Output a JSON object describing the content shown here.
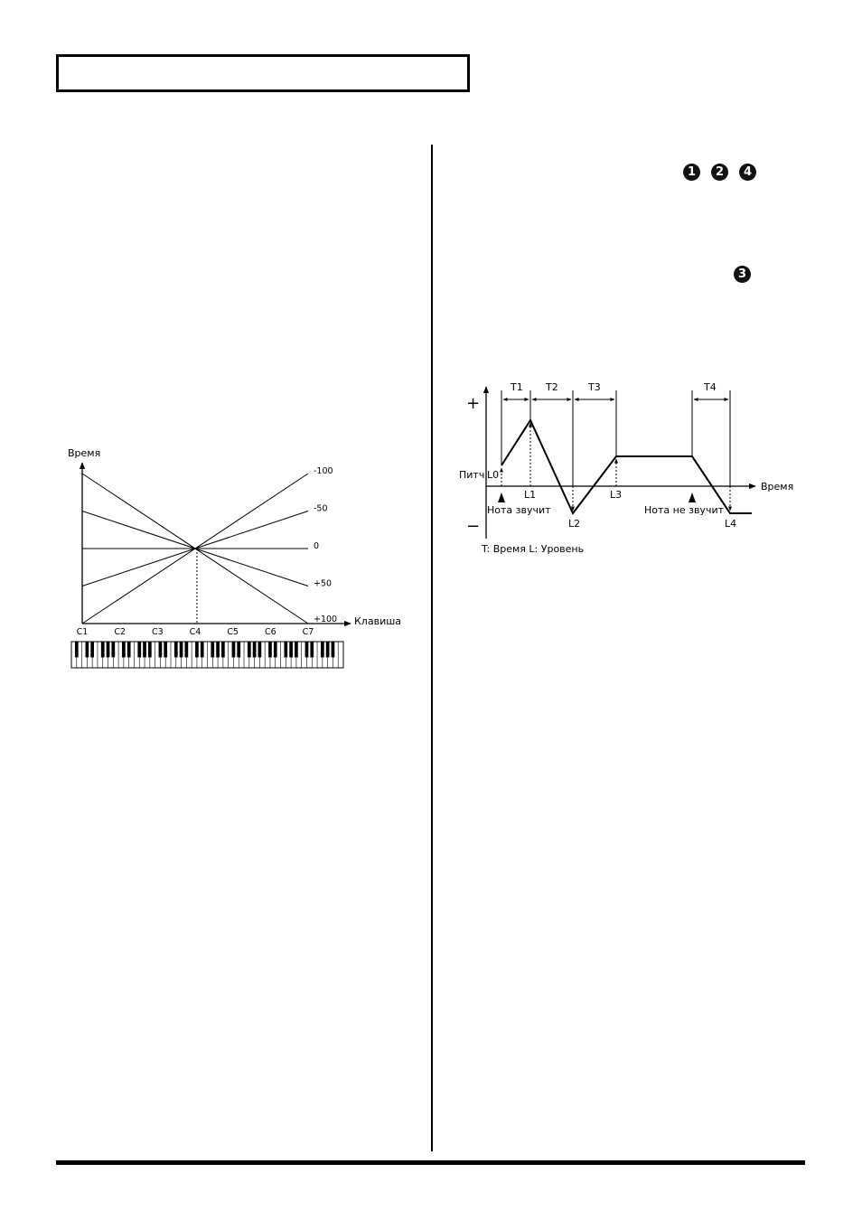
{
  "header": {
    "title": ""
  },
  "badges": {
    "b1": "1",
    "b2": "2",
    "b4": "4",
    "b3": "3"
  },
  "key_time_figure": {
    "y_axis_label": "Время",
    "x_axis_label": "Клавиша",
    "line_labels": [
      "-100",
      "-50",
      "0",
      "+50",
      "+100"
    ],
    "key_labels": [
      "C1",
      "C2",
      "C3",
      "C4",
      "C5",
      "C6",
      "C7"
    ],
    "pivot_key": "C4",
    "lines": [
      {
        "label": "-100",
        "left": 0.0,
        "right": 1.0
      },
      {
        "label": "-50",
        "left": 0.25,
        "right": 0.75
      },
      {
        "label": "0",
        "left": 0.5,
        "right": 0.5
      },
      {
        "label": "+50",
        "left": 0.75,
        "right": 0.25
      },
      {
        "label": "+100",
        "left": 1.0,
        "right": 0.0
      }
    ]
  },
  "envelope_figure": {
    "plus_sign": "+",
    "minus_sign": "−",
    "y_axis_label": "Питч",
    "x_axis_label": "Время",
    "time_labels": [
      "T1",
      "T2",
      "T3",
      "T4"
    ],
    "level_labels": [
      "L0",
      "L1",
      "L2",
      "L3",
      "L4"
    ],
    "note_on": "Нота звучит",
    "note_off": "Нота не звучит",
    "legend": "T: Время    L: Уровень"
  }
}
